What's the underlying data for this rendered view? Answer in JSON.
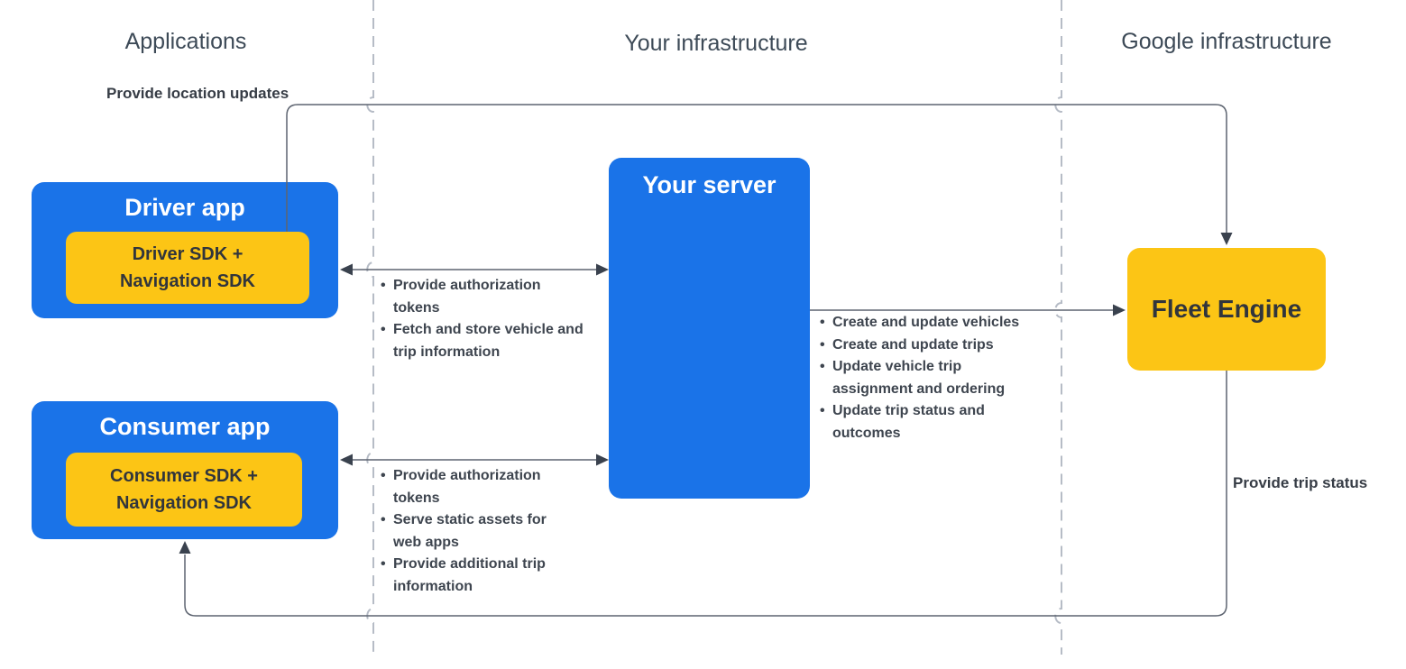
{
  "columns": {
    "applications": "Applications",
    "your_infrastructure": "Your infrastructure",
    "google_infrastructure": "Google infrastructure"
  },
  "nodes": {
    "driver_app": {
      "title": "Driver app",
      "sdk": "Driver SDK +\nNavigation SDK"
    },
    "consumer_app": {
      "title": "Consumer app",
      "sdk": "Consumer SDK +\nNavigation SDK"
    },
    "your_server": {
      "title": "Your server"
    },
    "fleet_engine": {
      "title": "Fleet Engine"
    }
  },
  "edges": {
    "driver_to_fleet": {
      "label": "Provide location updates"
    },
    "fleet_to_consumer": {
      "label": "Provide trip status"
    },
    "driver_server": {
      "items": [
        "Provide authorization tokens",
        "Fetch and store vehicle and trip information"
      ]
    },
    "server_fleet": {
      "items": [
        "Create and update vehicles",
        "Create and update trips",
        "Update vehicle trip assignment and ordering",
        "Update trip status and outcomes"
      ]
    },
    "consumer_server": {
      "items": [
        "Provide authorization tokens",
        "Serve static assets for web apps",
        "Provide additional trip information"
      ]
    }
  },
  "colors": {
    "node_blue": "#1a73e8",
    "node_yellow": "#fcc515",
    "line": "#5d6470",
    "arrowhead": "#3a424e",
    "dashed_divider": "#b6bcc6",
    "header_text": "#3d4a57",
    "bullet_text": "#3e454f"
  }
}
